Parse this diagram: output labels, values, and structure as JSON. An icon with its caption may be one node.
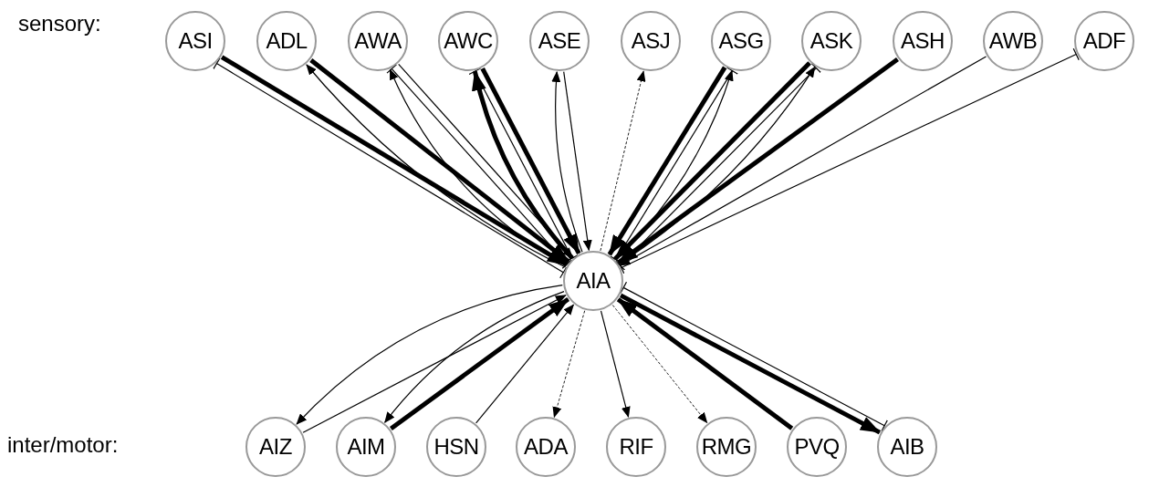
{
  "diagram": {
    "nodes": [
      {
        "text": [
          "ASI"
        ]
      },
      {
        "text": [
          "ADL"
        ]
      },
      {
        "text": [
          "AWA"
        ]
      },
      {
        "text": [
          "AWC"
        ]
      },
      {
        "text": [
          "ASE"
        ]
      },
      {
        "text": [
          "ASJ"
        ]
      },
      {
        "text": [
          "ASG"
        ]
      },
      {
        "text": [
          "ASK"
        ]
      },
      {
        "text": [
          "ASH"
        ]
      },
      {
        "text": [
          "AWB"
        ]
      },
      {
        "text": [
          "ADF"
        ]
      },
      {
        "text": [
          "AIA"
        ]
      },
      {
        "text": [
          "AIZ"
        ]
      },
      {
        "text": [
          "AIM"
        ]
      },
      {
        "text": [
          "HSN"
        ]
      },
      {
        "text": [
          "ADA"
        ]
      },
      {
        "text": [
          "RIF"
        ]
      },
      {
        "text": [
          "RMG"
        ]
      },
      {
        "text": [
          "PVQ"
        ]
      },
      {
        "text": [
          "AIB"
        ]
      }
    ],
    "edges": [
      {
        "from": 0,
        "to": 11,
        "arrow": "to",
        "style": "thick"
      },
      {
        "from": 0,
        "to": 11,
        "arrow": "other"
      },
      {
        "from": 1,
        "to": 11,
        "arrow": "to",
        "style": "thick"
      },
      {
        "from": 11,
        "to": 1,
        "arrow": "to"
      },
      {
        "from": 2,
        "to": 11,
        "arrow": "to"
      },
      {
        "from": 2,
        "to": 11,
        "arrow": "other"
      },
      {
        "from": 11,
        "to": 2,
        "arrow": "to"
      },
      {
        "from": 3,
        "to": 11,
        "arrow": "to",
        "style": "thick"
      },
      {
        "from": 3,
        "to": 11,
        "arrow": "other"
      },
      {
        "from": 11,
        "to": 3,
        "arrow": "to",
        "style": "thick"
      },
      {
        "from": 4,
        "to": 11,
        "arrow": "to"
      },
      {
        "from": 11,
        "to": 4,
        "arrow": "to"
      },
      {
        "from": 11,
        "to": 5,
        "arrow": "to",
        "style": "dashed"
      },
      {
        "from": 11,
        "to": 6,
        "arrow": "to"
      },
      {
        "from": 6,
        "to": 11,
        "arrow": "to",
        "style": "thick"
      },
      {
        "from": 6,
        "to": 11,
        "arrow": "other"
      },
      {
        "from": 7,
        "to": 11,
        "arrow": "to",
        "style": "thick"
      },
      {
        "from": 7,
        "to": 11,
        "arrow": "other"
      },
      {
        "from": 11,
        "to": 7,
        "arrow": "to"
      },
      {
        "from": 8,
        "to": 11,
        "arrow": "to",
        "style": "thick"
      },
      {
        "from": 9,
        "to": 11,
        "arrow": "to"
      },
      {
        "from": 10,
        "to": 11,
        "arrow": "other"
      },
      {
        "from": 11,
        "to": 12,
        "arrow": "to"
      },
      {
        "from": 12,
        "to": 11,
        "arrow": "to"
      },
      {
        "from": 11,
        "to": 13,
        "arrow": "to"
      },
      {
        "from": 13,
        "to": 11,
        "arrow": "to",
        "style": "thick"
      },
      {
        "from": 14,
        "to": 11,
        "arrow": "to"
      },
      {
        "from": 11,
        "to": 15,
        "arrow": "to",
        "style": "dashed"
      },
      {
        "from": 11,
        "to": 16,
        "arrow": "to"
      },
      {
        "from": 11,
        "to": 17,
        "arrow": "to",
        "style": "dashed"
      },
      {
        "from": 18,
        "to": 11,
        "arrow": "to",
        "style": "thick"
      },
      {
        "from": 11,
        "to": 19,
        "arrow": "to",
        "style": "thick"
      },
      {
        "from": 11,
        "to": 19,
        "arrow": "other"
      }
    ],
    "labels": [
      "sensory:",
      "inter/motor:"
    ]
  }
}
